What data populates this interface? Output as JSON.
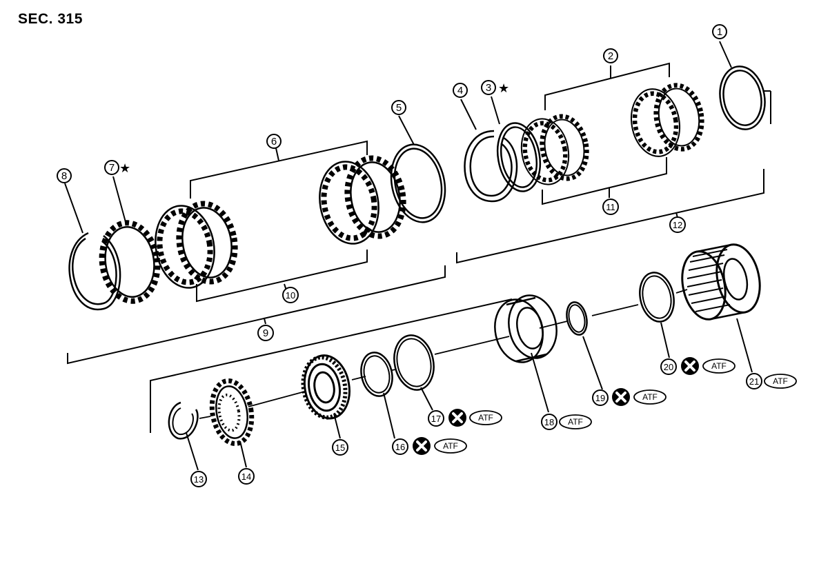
{
  "page": {
    "title": "SEC. 315"
  },
  "symbols": {
    "star": "★",
    "atf": "ATF",
    "x_mark": "✕"
  },
  "callouts": {
    "c1": "1",
    "c2": "2",
    "c3": "3",
    "c4": "4",
    "c5": "5",
    "c6": "6",
    "c7": "7",
    "c8": "8",
    "c9": "9",
    "c10": "10",
    "c11": "11",
    "c12": "12",
    "c13": "13",
    "c14": "14",
    "c15": "15",
    "c16": "16",
    "c17": "17",
    "c18": "18",
    "c19": "19",
    "c20": "20",
    "c21": "21"
  },
  "colors": {
    "ink": "#000000",
    "background": "#ffffff"
  }
}
